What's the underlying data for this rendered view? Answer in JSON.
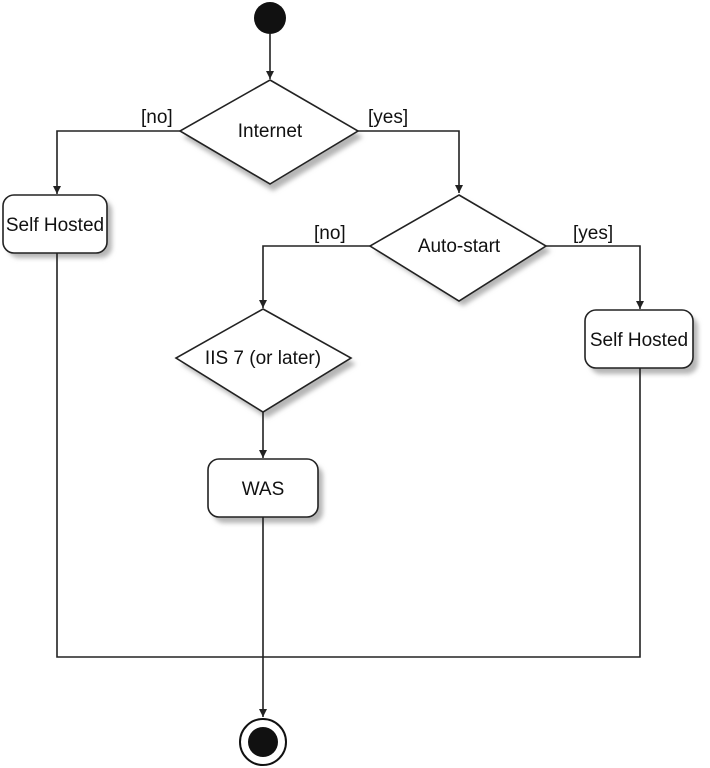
{
  "decisions": {
    "internet": "Internet",
    "auto_start": "Auto-start",
    "iis": "IIS 7 (or later)"
  },
  "activities": {
    "self_hosted_left": "Self Hosted",
    "self_hosted_right": "Self Hosted",
    "was": "WAS"
  },
  "guards": {
    "internet_no": "[no]",
    "internet_yes": "[yes]",
    "autostart_no": "[no]",
    "autostart_yes": "[yes]"
  }
}
